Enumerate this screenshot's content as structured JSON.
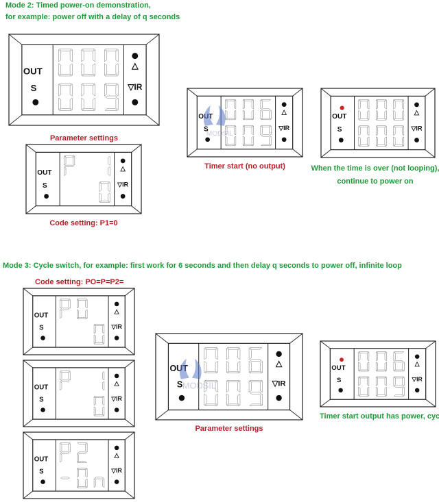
{
  "mode2": {
    "title_line1": "Mode 2: Timed power-on demonstration,",
    "title_line2": "for example: power off with a delay of q seconds"
  },
  "mode3": {
    "title": "Mode 3: Cycle switch, for example: first work for 6 seconds and then delay q seconds to power off, infinite loop",
    "code_setting_label": "Code setting: PO=P=P2="
  },
  "labels": {
    "out": "OUT",
    "s": "S",
    "up": "△",
    "ir": "▽IR"
  },
  "watermark": "MODSIL",
  "colors": {
    "heading_green": "#1f9a3a",
    "caption_red": "#b4202a",
    "status_led_red": "#cc2222"
  },
  "panels": [
    {
      "id": "m2-demo",
      "top": "000",
      "bottom": "009",
      "out_led": false,
      "caption": "Parameter settings",
      "caption_color": "red"
    },
    {
      "id": "m2-code",
      "top": "P 1",
      "bottom": "  0",
      "out_led": false,
      "caption": "Code setting: P1=0",
      "caption_color": "red"
    },
    {
      "id": "m2-start",
      "top": "006",
      "bottom": "009",
      "out_led": false,
      "caption": "Timer start (no output)",
      "caption_color": "red",
      "watermark": true
    },
    {
      "id": "m2-over",
      "top": "000",
      "bottom": "000",
      "out_led": true,
      "caption_line1": "When the time is over (not looping),",
      "caption_line2": "continue to power on",
      "caption_color": "green"
    },
    {
      "id": "m3-p0",
      "top": "P0",
      "bottom": "  0",
      "out_led": false
    },
    {
      "id": "m3-p1",
      "top": "P 1",
      "bottom": "  0",
      "out_led": false
    },
    {
      "id": "m3-p2",
      "top": "P2",
      "bottom": "-0n",
      "out_led": false
    },
    {
      "id": "m3-params",
      "top": "006",
      "bottom": "009",
      "out_led": false,
      "caption": "Parameter settings",
      "caption_color": "red",
      "watermark": true
    },
    {
      "id": "m3-start",
      "top": "006",
      "bottom": "009",
      "out_led": true,
      "caption": "Timer start output has power, cycl",
      "caption_color": "green"
    }
  ]
}
